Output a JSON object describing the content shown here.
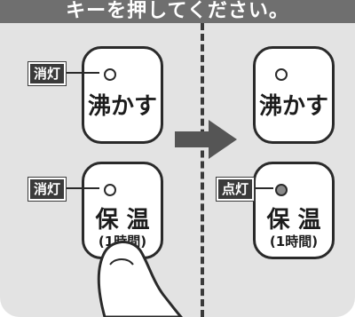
{
  "header": {
    "text": "キーを押してください。"
  },
  "before": {
    "boil_key": {
      "label": "沸かす",
      "led_tag": "消灯"
    },
    "keep_warm_key": {
      "label_main": "保 温",
      "label_sub": "(1時間)",
      "led_tag": "消灯"
    }
  },
  "after": {
    "boil_key": {
      "label": "沸かす"
    },
    "keep_warm_key": {
      "label_main": "保 温",
      "label_sub": "(1時間)",
      "led_tag": "点灯"
    }
  },
  "colors": {
    "panel": "#e3e3e3",
    "header": "#6f6f6f",
    "tag": "#3b3b3b",
    "led_on": "#8a8a8a"
  },
  "icons": {
    "transition": "right-arrow-icon",
    "press": "finger-press-icon"
  }
}
